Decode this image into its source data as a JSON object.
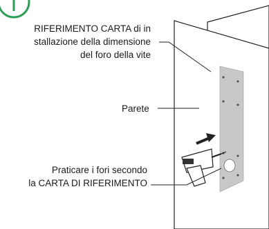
{
  "callouts": {
    "template": {
      "line1": "RIFERIMENTO CARTA di in",
      "line2": "stallazione della dimensione",
      "line3": "del foro della vite"
    },
    "wall": {
      "label": "Parete"
    },
    "drill": {
      "line1": "Praticare i fori secondo",
      "line2": "la CARTA DI RIFERIMENTO"
    }
  },
  "colors": {
    "accent_green": "#2e9b57",
    "paper_gray": "#c8c8c8",
    "line": "#222222"
  },
  "icons": {
    "step_badge": "green-circle-icon",
    "direction": "arrow-right-icon",
    "tool": "power-drill-icon"
  }
}
